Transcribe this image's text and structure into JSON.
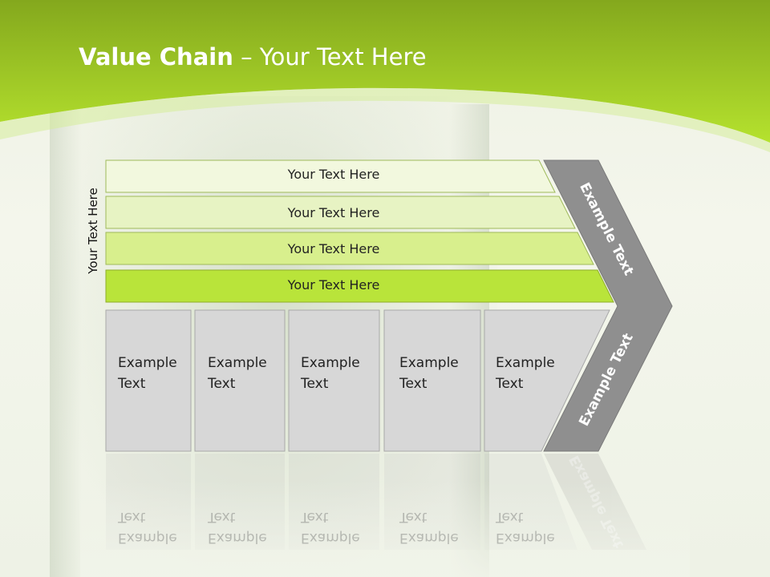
{
  "title": {
    "bold": "Value Chain",
    "rest": " – Your Text Here"
  },
  "side_label": "Your Text Here",
  "bars": [
    "Your Text Here",
    "Your Text Here",
    "Your Text Here",
    "Your Text Here"
  ],
  "boxes": [
    {
      "line1": "Example",
      "line2": "Text"
    },
    {
      "line1": "Example",
      "line2": "Text"
    },
    {
      "line1": "Example",
      "line2": "Text"
    },
    {
      "line1": "Example",
      "line2": "Text"
    },
    {
      "line1": "Example",
      "line2": "Text"
    }
  ],
  "chevron": {
    "upper": "Example Text",
    "lower": "Example Text"
  },
  "colors": {
    "header_dark": "#84a81d",
    "header_light": "#b5e22e",
    "bar_1": "#f2f8de",
    "bar_2": "#e7f3c3",
    "bar_3": "#d8ef8d",
    "bar_4": "#b9e43a",
    "box": "#d7d7d7",
    "chevron": "#8f8f8f"
  }
}
